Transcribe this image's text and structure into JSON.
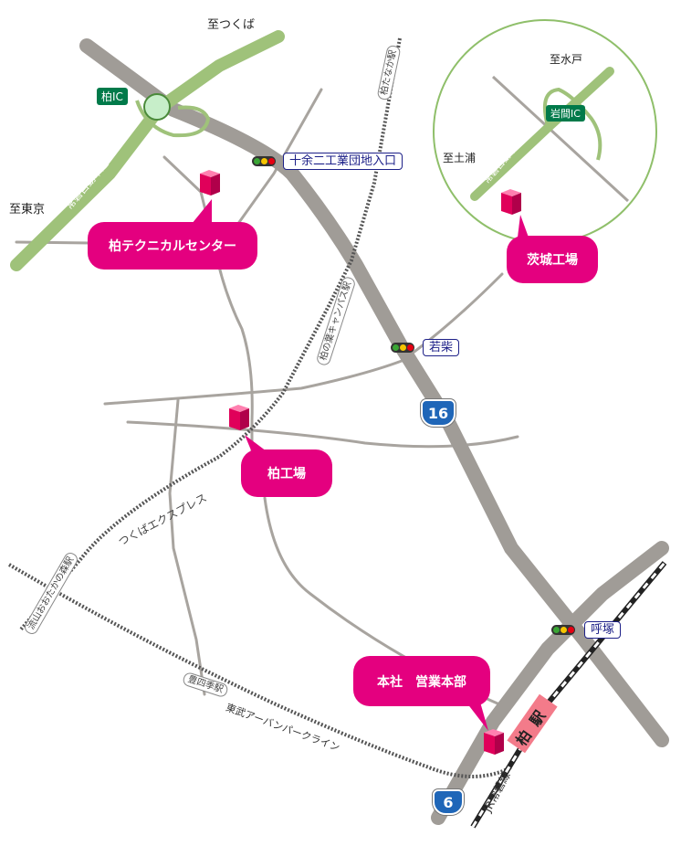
{
  "destinations": {
    "tsukuba": "至つくば",
    "tokyo": "至東京",
    "mito": "至水戸",
    "tsuchiura": "至土浦"
  },
  "interchanges": {
    "kashiwa_ic": "柏IC",
    "iwama_ic": "岩間IC"
  },
  "expressway": {
    "main": "常磐自動車道",
    "inset": "常磐自動車道"
  },
  "intersections": {
    "jyuyoniko": "十余二工業団地入口",
    "wakashiba": "若柴",
    "yobitsuka": "呼塚"
  },
  "routes": {
    "r16": "16",
    "r6": "6"
  },
  "facilities": {
    "technical_center": "柏テクニカルセンター",
    "ibaraki_plant": "茨城工場",
    "kashiwa_plant": "柏工場",
    "headquarters": "本社　営業本部"
  },
  "railways": {
    "tsukuba_express": "つくばエクスプレス",
    "tobu_urban_park": "東武アーバンパークライン",
    "jr_joban": "JR常磐線"
  },
  "stations": {
    "kashiwanoha": "柏の葉キャンパス駅",
    "kashiwatanaka": "柏たなか駅",
    "nagareyama_otaka": "流山おおたかの森駅",
    "toyoshiki": "豊四季駅",
    "kashiwa": "柏駅"
  },
  "colors": {
    "road": "#a8a49f",
    "expressway": "#9fc27a",
    "facility": "#e4007f",
    "building": "#e0005a",
    "station": "#f37b8a",
    "route_shield": "#1f66b8",
    "ic_badge": "#007a4a",
    "inset_border": "#8fbf6a"
  }
}
